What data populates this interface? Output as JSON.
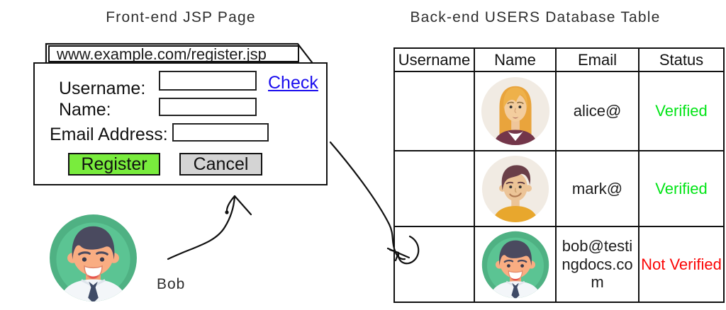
{
  "left": {
    "title": "Front-end JSP Page",
    "browser_tab": {
      "url": "www.example.com/register.jsp"
    },
    "form": {
      "username_label": "Username:",
      "name_label": "Name:",
      "email_label": "Email Address:",
      "username_value": "",
      "name_value": "",
      "email_value": "",
      "check_link": "Check",
      "register_button": "Register",
      "cancel_button": "Cancel"
    },
    "actor": {
      "name": "Bob",
      "avatar": "bob-avatar"
    }
  },
  "right": {
    "title": "Back-end USERS Database Table",
    "table": {
      "headers": {
        "username": "Username",
        "name": "Name",
        "email": "Email",
        "status": "Status"
      },
      "rows": [
        {
          "username": "",
          "avatar": "alice-avatar",
          "email": "alice@",
          "status": "Verified"
        },
        {
          "username": "",
          "avatar": "mark-avatar",
          "email": "mark@",
          "status": "Verified"
        },
        {
          "username": "",
          "avatar": "bob-avatar",
          "email": "bob@testingdocs.com",
          "status": "Not Verified"
        }
      ]
    }
  },
  "colors": {
    "verified_status": "#00e415",
    "not_verified_status": "#fb0505",
    "register_button": "#79ec3d",
    "cancel_button": "#d4d4d4",
    "check_link": "#1a0dee",
    "outline": "#111111",
    "bob_avatar_green": "#4fb183",
    "alice_mark_avatar_bg": "#f1ebe3"
  }
}
